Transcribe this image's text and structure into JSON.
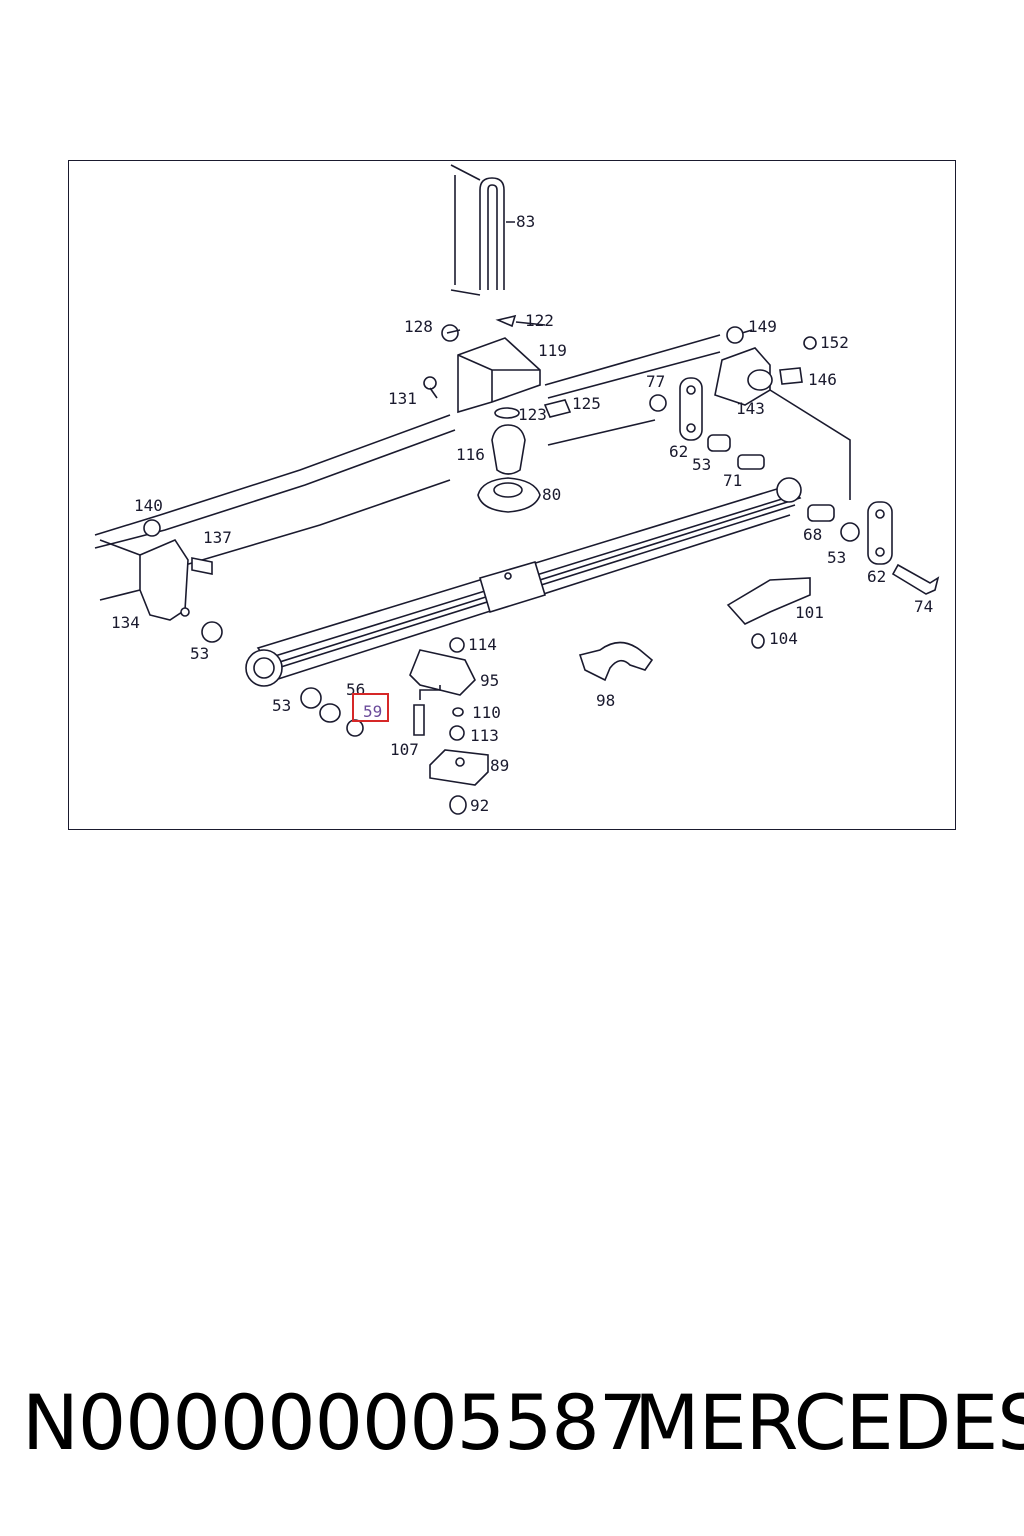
{
  "diagram": {
    "callouts": [
      "83",
      "122",
      "128",
      "119",
      "149",
      "152",
      "146",
      "131",
      "125",
      "123",
      "77",
      "143",
      "116",
      "62",
      "53",
      "71",
      "80",
      "140",
      "137",
      "68",
      "53",
      "62",
      "74",
      "134",
      "53",
      "101",
      "104",
      "114",
      "95",
      "98",
      "56",
      "53",
      "59",
      "110",
      "107",
      "113",
      "89",
      "92"
    ],
    "highlighted": "59"
  },
  "footer": {
    "part_number": "N000000005587",
    "brand": "MERCEDES"
  },
  "colors": {
    "line": "#1a1a2e",
    "highlight": "#d62828"
  }
}
